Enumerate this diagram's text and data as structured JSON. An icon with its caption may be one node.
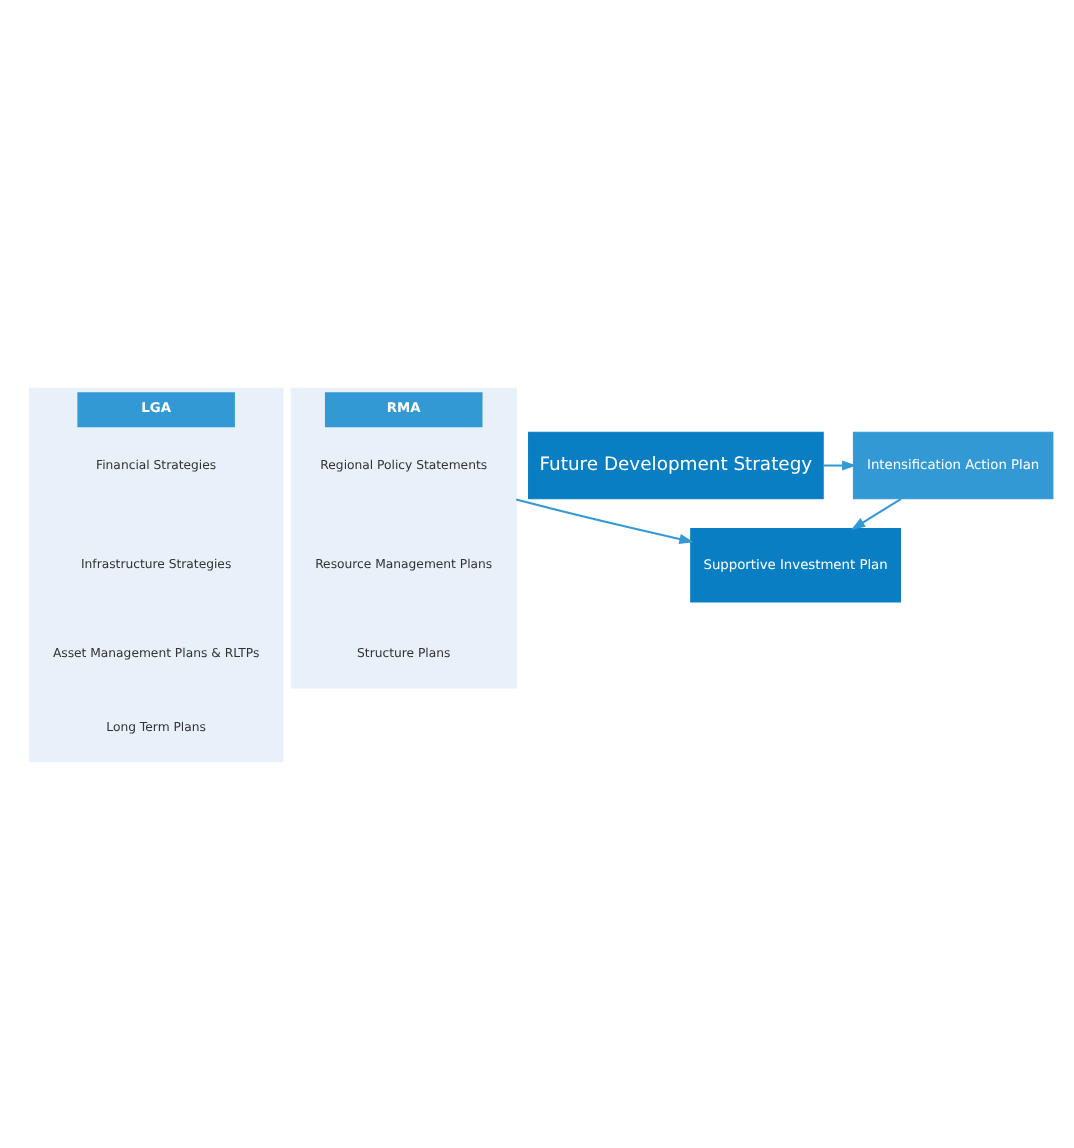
{
  "diagram": {
    "nodes": [
      {
        "text": [
          "Future Development Strategy"
        ]
      },
      {
        "text": [
          "Intensification Action Plan"
        ]
      },
      {
        "text": [
          "LGA"
        ]
      },
      {
        "text": [
          "Financial Strategies"
        ],
        "in": 2
      },
      {
        "text": [
          "Infrastructure Strategies"
        ],
        "in": 2
      },
      {
        "text": [
          "Asset Management Plans & RLTPs"
        ],
        "in": 2
      },
      {
        "text": [
          "Long Term Plans"
        ],
        "in": 2
      },
      {
        "text": [
          "RMA"
        ]
      },
      {
        "text": [
          "Regional Policy Statements"
        ],
        "in": 7
      },
      {
        "text": [
          "Resource Management Plans"
        ],
        "in": 7
      },
      {
        "text": [
          "Structure Plans"
        ],
        "in": 7
      },
      {
        "text": [
          "Supportive Investment Plan"
        ]
      }
    ],
    "edges": [
      {
        "from": 0,
        "to": 1,
        "arrow": "to"
      },
      {
        "from": 1,
        "to": 11,
        "arrow": "to"
      },
      {
        "from": 7,
        "to": 11,
        "arrow": "to"
      }
    ]
  }
}
